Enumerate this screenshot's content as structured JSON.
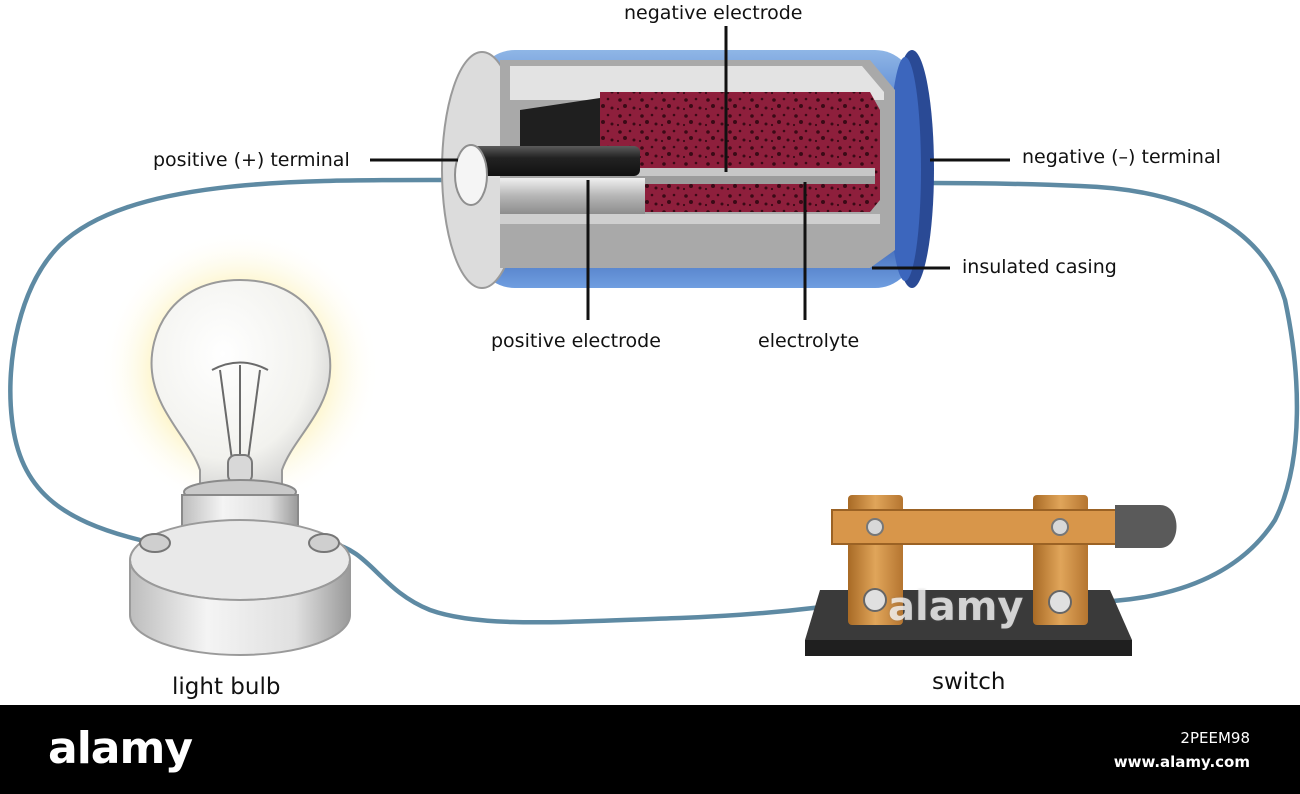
{
  "labels": {
    "negative_electrode": "negative electrode",
    "positive_terminal": "positive (+) terminal",
    "negative_terminal": "negative (–) terminal",
    "insulated_casing": "insulated casing",
    "positive_electrode": "positive electrode",
    "electrolyte": "electrolyte",
    "light_bulb": "light bulb",
    "switch": "switch"
  },
  "watermark": "alamy",
  "footer": {
    "logo": "alamy",
    "image_id": "2PEEM98",
    "url": "www.alamy.com"
  },
  "colors": {
    "wire": "#6f97ad",
    "battery_casing": "#2f5db3",
    "electrode_red": "#8c1f3a",
    "brass": "#c98a3c",
    "switch_base": "#3a3a3a"
  }
}
